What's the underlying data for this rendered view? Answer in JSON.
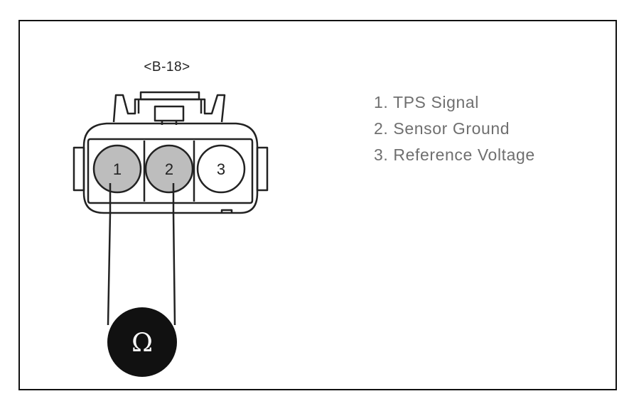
{
  "connector": {
    "label": "<B-18>",
    "pins": [
      {
        "number": "1",
        "highlighted": true
      },
      {
        "number": "2",
        "highlighted": true
      },
      {
        "number": "3",
        "highlighted": false
      }
    ]
  },
  "legend": {
    "items": [
      "1. TPS Signal",
      "2. Sensor Ground",
      "3. Reference Voltage"
    ]
  },
  "meter": {
    "symbol": "Ω",
    "icon": "ohmmeter-icon"
  },
  "colors": {
    "highlighted_pin": "#bdbdbd",
    "plain_pin": "#ffffff",
    "outline": "#222222",
    "legend_text": "#6f6f6f",
    "meter_fill": "#111111"
  }
}
